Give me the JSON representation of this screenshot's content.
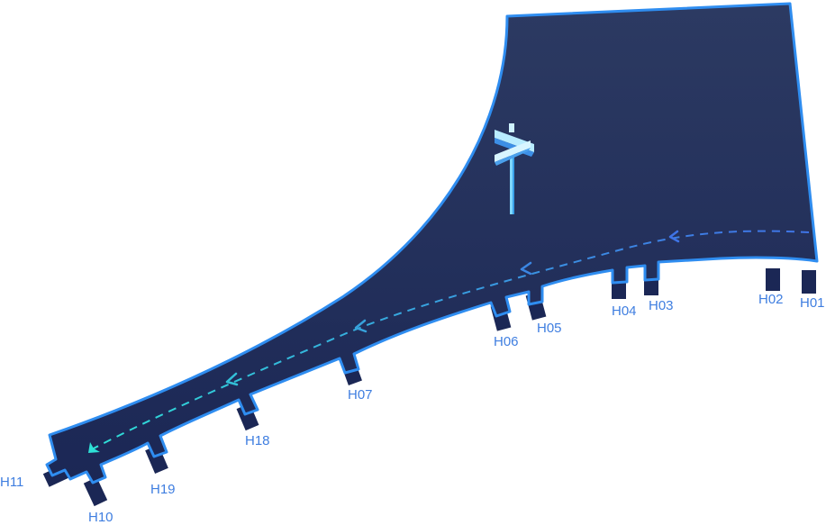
{
  "map": {
    "fill_top": "#2c3a62",
    "fill_bottom": "#1b2755",
    "edge_color": "#2f8df0",
    "route_start_color": "#3f74e6",
    "route_end_color": "#2ee0d6",
    "signpost_icon": "signpost-icon"
  },
  "gates": [
    {
      "id": "H01",
      "label": "H01"
    },
    {
      "id": "H02",
      "label": "H02"
    },
    {
      "id": "H03",
      "label": "H03"
    },
    {
      "id": "H04",
      "label": "H04"
    },
    {
      "id": "H05",
      "label": "H05"
    },
    {
      "id": "H06",
      "label": "H06"
    },
    {
      "id": "H07",
      "label": "H07"
    },
    {
      "id": "H18",
      "label": "H18"
    },
    {
      "id": "H19",
      "label": "H19"
    },
    {
      "id": "H10",
      "label": "H10"
    },
    {
      "id": "H11",
      "label": "H11"
    }
  ]
}
